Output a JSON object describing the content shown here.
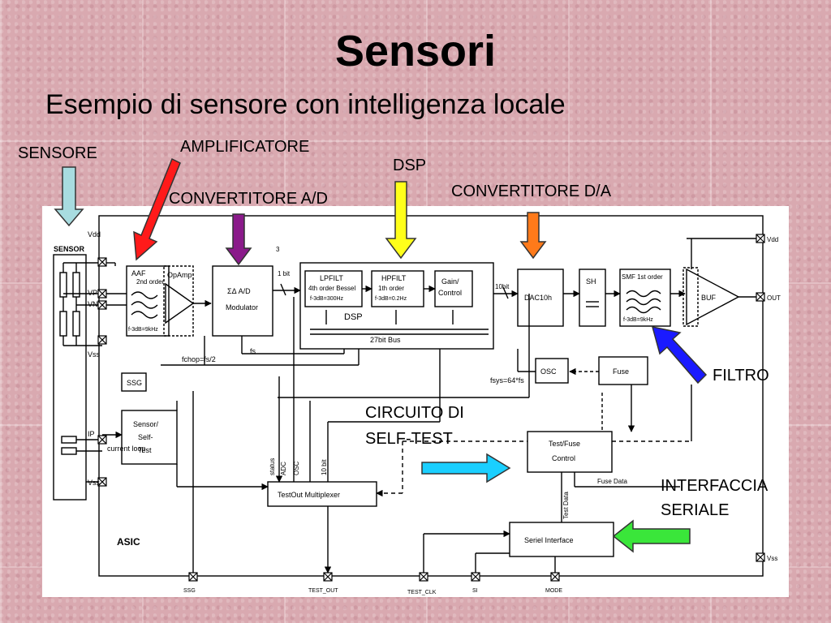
{
  "title": "Sensori",
  "subtitle": "Esempio di sensore con intelligenza locale",
  "callouts": {
    "sensore": "SENSORE",
    "amplificatore": "AMPLIFICATORE",
    "dsp": "DSP",
    "conv_da": "CONVERTITORE D/A",
    "conv_ad": "CONVERTITORE A/D",
    "filtro": "FILTRO",
    "self_test_1": "CIRCUITO DI",
    "self_test_2": "SELF-TEST",
    "interfaccia_1": "INTERFACCIA",
    "interfaccia_2": "SERIALE"
  },
  "arrow_colors": {
    "sensore": "#a8dce0",
    "amplificatore": "#ff1a1a",
    "conv_ad": "#8a1a8a",
    "dsp": "#ffff1a",
    "conv_da": "#ff7a1a",
    "filtro": "#1a1aff",
    "self_test": "#1acfff",
    "interfaccia": "#3ae63a"
  },
  "schematic": {
    "sensor": "SENSOR",
    "vdd": "Vdd",
    "vp": "VP",
    "vn": "VN",
    "vss": "Vss",
    "ip": "IP",
    "current_loop": "current loop",
    "vss2": "Vss",
    "asic": "ASIC",
    "aaf_1": "AAF",
    "aaf_2": "2nd order",
    "aaf_3": "f-3dB=9kHz",
    "opamp": "OpAmp",
    "ad_1": "ΣΔ A/D",
    "ad_2": "Modulator",
    "bit1": "1 bit",
    "n3": "3",
    "lpfilt_1": "LPFILT",
    "lpfilt_2": "4th order Bessel",
    "lpfilt_3": "f-3dB=300Hz",
    "hpfilt_1": "HPFILT",
    "hpfilt_2": "1th order",
    "hpfilt_3": "f-3dB=0.2Hz",
    "gain_1": "Gain/",
    "gain_2": "Control",
    "dsp": "DSP",
    "bus27": "27bit Bus",
    "bit10": "10bit",
    "dac": "DAC10h",
    "sh": "SH",
    "smf_1": "SMF 1st order",
    "smf_2": "f-3dB=9kHz",
    "buf": "BUF",
    "vdd_r": "Vdd",
    "out": "OUT",
    "vss_r": "Vss",
    "fchop": "fchop=fs/2",
    "fs": "fs",
    "ssg": "SSG",
    "osc": "OSC",
    "fuse": "Fuse",
    "fsys": "fsys=64*fs",
    "selftest_1": "Sensor/",
    "selftest_2": "Self-",
    "selftest_3": "Test",
    "status": "status",
    "adc": "ADC",
    "osc_v": "OSC",
    "bit10_v": "10 bit",
    "testout": "TestOut Multiplexer",
    "testfuse_1": "Test/Fuse",
    "testfuse_2": "Control",
    "test_data": "Test Data",
    "fuse_data": "Fuse Data",
    "serial": "Seriel Interface",
    "pin_ssg": "SSG",
    "pin_testout": "TEST_OUT",
    "pin_testclk": "TEST_CLK",
    "pin_si": "SI",
    "pin_mode": "MODE"
  }
}
